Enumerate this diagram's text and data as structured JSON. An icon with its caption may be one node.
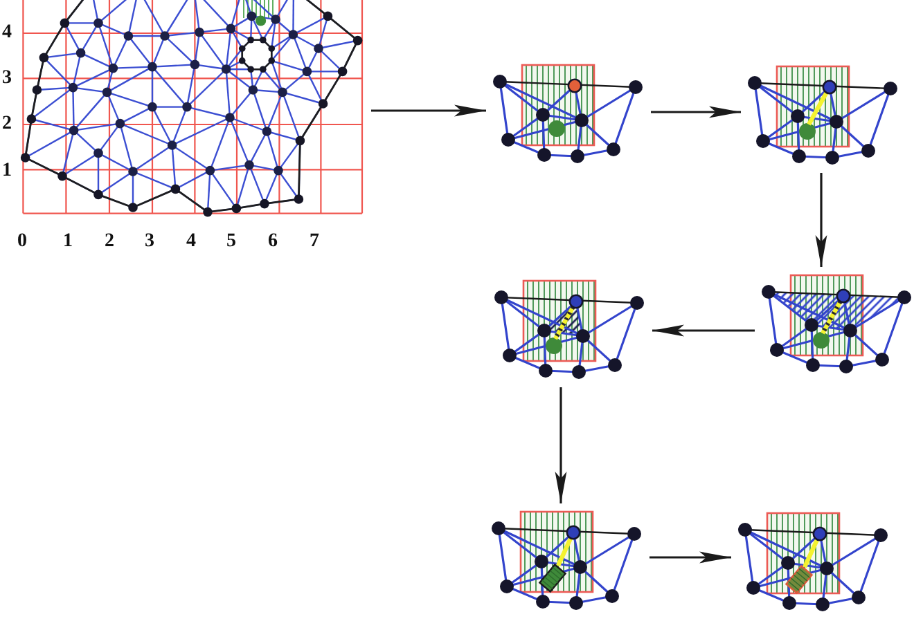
{
  "diagram": {
    "nodes": [
      {
        "text": [],
        "shape": "picture",
        "beside": [
          "4",
          "3",
          "2",
          "1",
          "0",
          "1",
          "2",
          "3",
          "4",
          "5",
          "6",
          "7"
        ]
      },
      {
        "text": [],
        "shape": "picture"
      },
      {
        "text": [],
        "shape": "picture"
      },
      {
        "text": [],
        "shape": "picture"
      },
      {
        "text": [],
        "shape": "picture"
      },
      {
        "text": [],
        "shape": "picture"
      },
      {
        "text": [],
        "shape": "picture"
      }
    ],
    "edges": [
      {
        "from": 0,
        "to": 1,
        "arrow": "to"
      },
      {
        "from": 1,
        "to": 2,
        "arrow": "to"
      },
      {
        "from": 2,
        "to": 4,
        "arrow": "to"
      },
      {
        "from": 4,
        "to": 3,
        "arrow": "to"
      },
      {
        "from": 3,
        "to": 5,
        "arrow": "to"
      },
      {
        "from": 5,
        "to": 6,
        "arrow": "to"
      }
    ]
  }
}
